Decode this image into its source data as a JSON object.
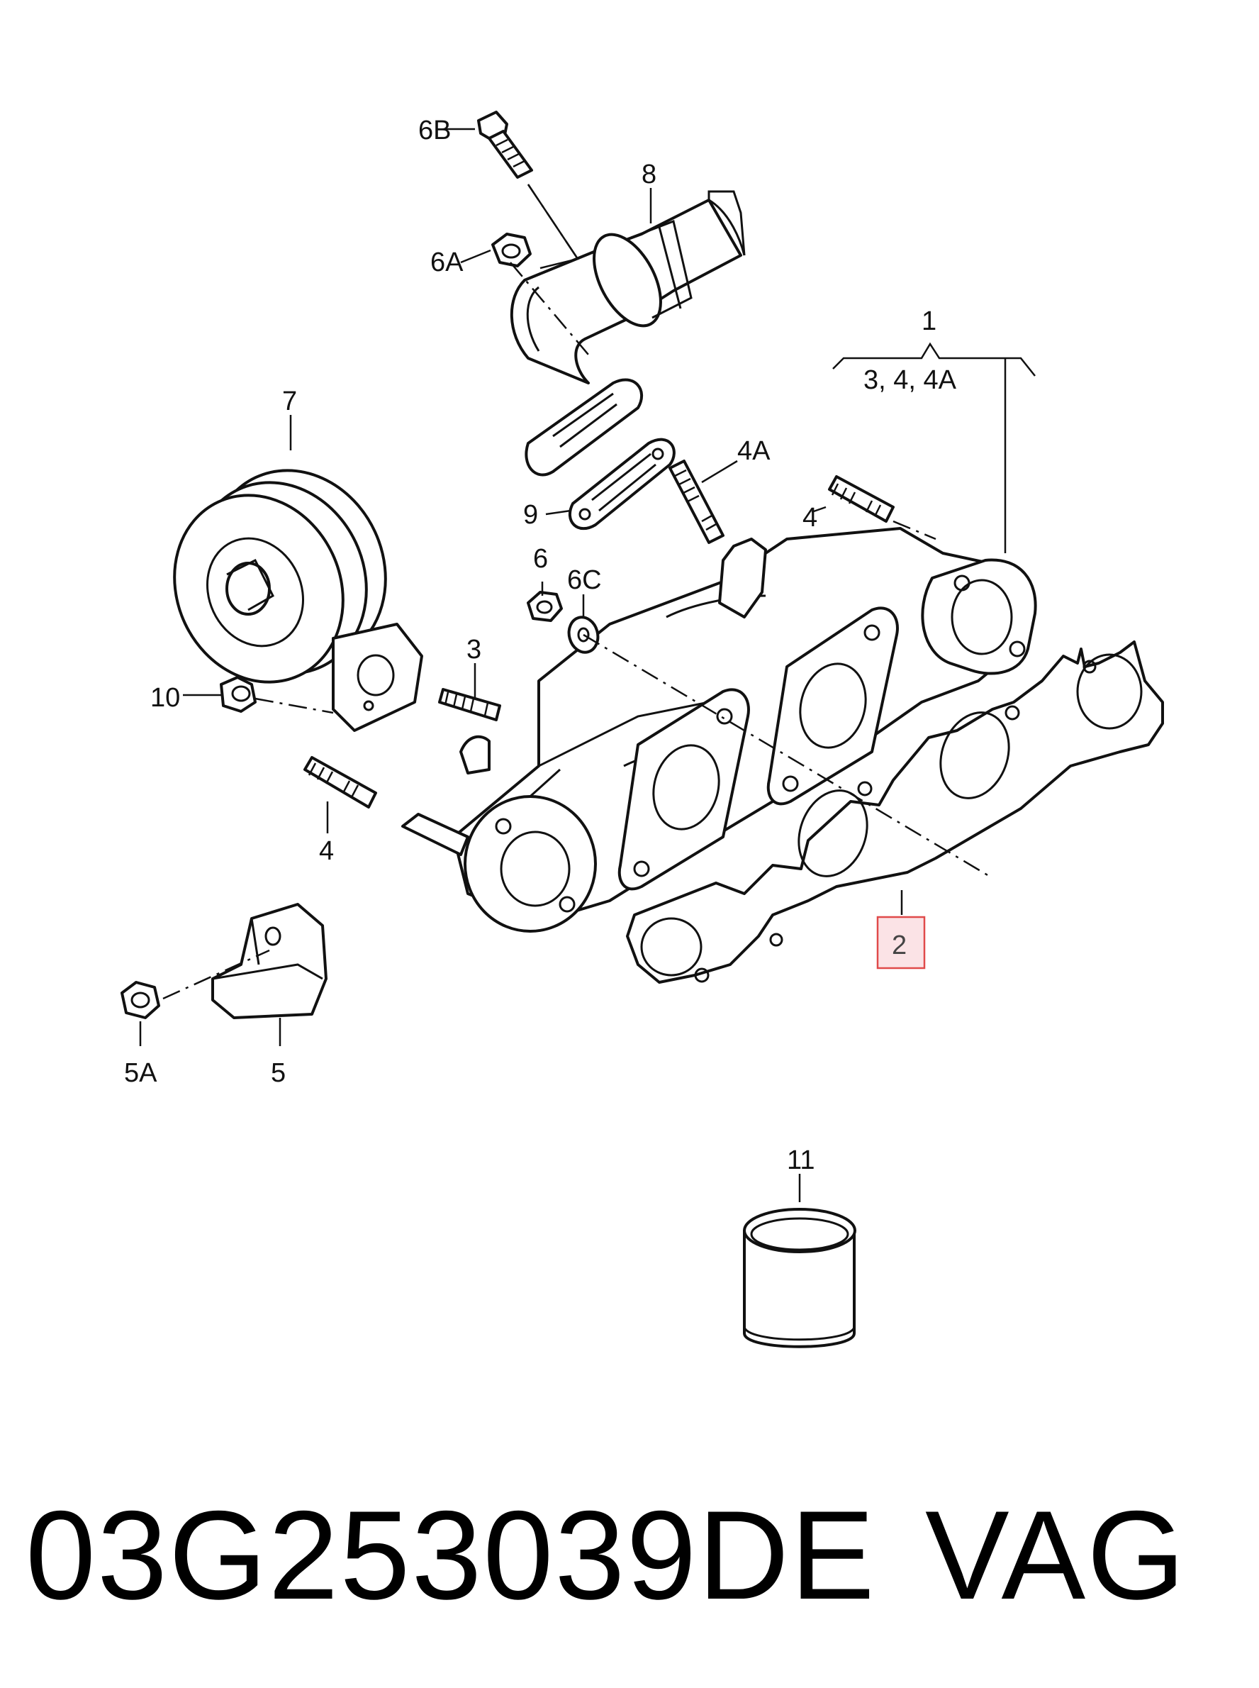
{
  "callouts": {
    "c1": "1",
    "c1_group": "3, 4, 4A",
    "c2": "2",
    "c3": "3",
    "c4a": "4",
    "c4b": "4",
    "c4A": "4A",
    "c5": "5",
    "c5A": "5A",
    "c6": "6",
    "c6A": "6A",
    "c6B": "6B",
    "c6C": "6C",
    "c7": "7",
    "c8": "8",
    "c9": "9",
    "c10": "10",
    "c11": "11"
  },
  "highlight": {
    "callout": "2",
    "border_color": "#e04a4a",
    "fill_color": "#fbe3e6"
  },
  "footer": {
    "part_number": "03G253039DE",
    "brand": "VAG"
  }
}
